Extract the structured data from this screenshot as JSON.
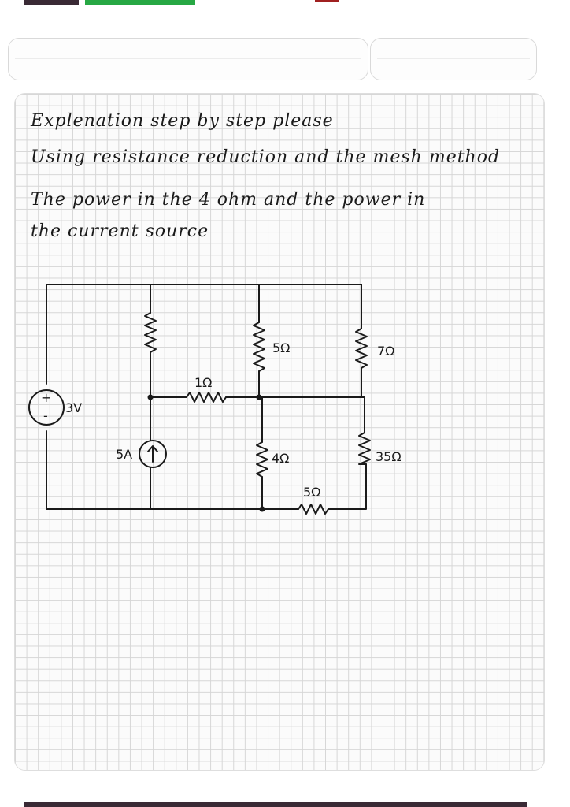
{
  "problem": {
    "lines": [
      "Explenation step by step please",
      "Using resistance reduction and the mesh method",
      "The power in the 4 ohm and the power in",
      "the current source"
    ]
  },
  "circuit": {
    "voltage_source": {
      "value": "3V",
      "plus": "+",
      "minus": "-"
    },
    "current_source": {
      "value": "5A",
      "arrow": "↑"
    },
    "resistors": {
      "r_1ohm": "1Ω",
      "r_5ohm_top": "5Ω",
      "r_7ohm": "7Ω",
      "r_4ohm": "4Ω",
      "r_35ohm": "35Ω",
      "r_5ohm_bottom": "5Ω"
    }
  },
  "colors": {
    "ink": "#1a1a1a",
    "grid": "#d6d6d6",
    "paper": "#fbfbfb"
  }
}
